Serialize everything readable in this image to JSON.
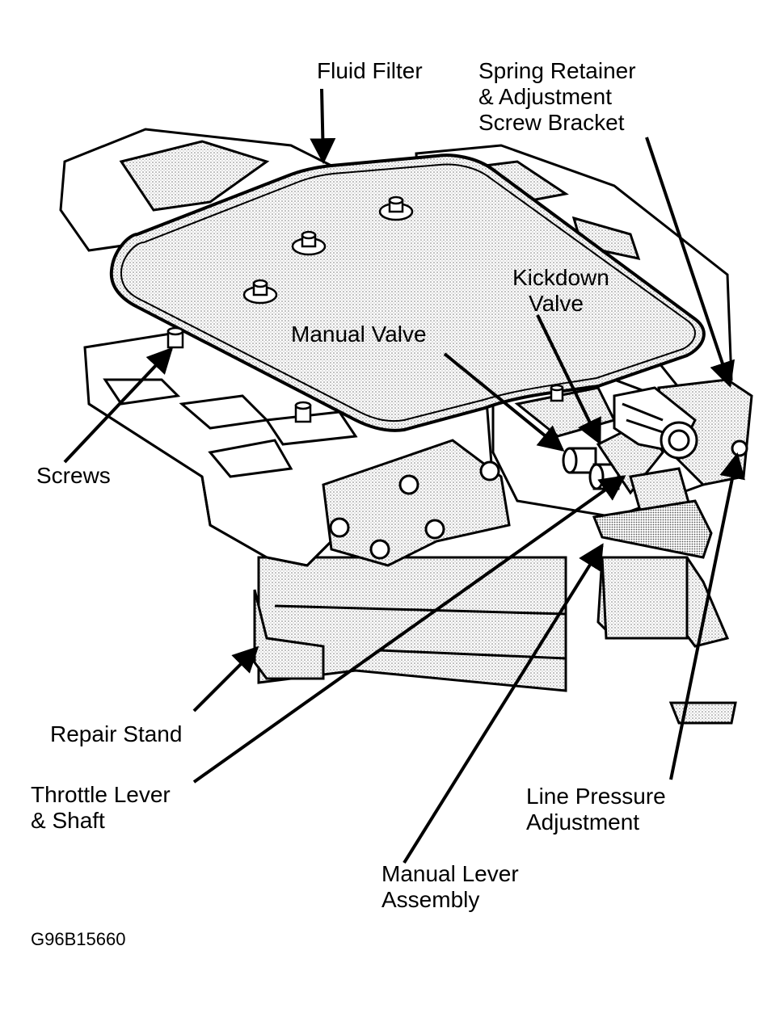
{
  "labels": {
    "fluid_filter": "Fluid Filter",
    "spring_retainer": [
      "Spring Retainer",
      "& Adjustment",
      "Screw Bracket"
    ],
    "kickdown_valve": [
      "Kickdown",
      "Valve"
    ],
    "manual_valve": "Manual Valve",
    "screws": "Screws",
    "repair_stand": "Repair Stand",
    "throttle_lever": [
      "Throttle Lever",
      "& Shaft"
    ],
    "line_pressure": [
      "Line Pressure",
      "Adjustment"
    ],
    "manual_lever": [
      "Manual Lever",
      "Assembly"
    ]
  },
  "figure_id": "G96B15660",
  "colors": {
    "ink": "#000000",
    "paper": "#ffffff",
    "shade": "#cfcfcf"
  }
}
